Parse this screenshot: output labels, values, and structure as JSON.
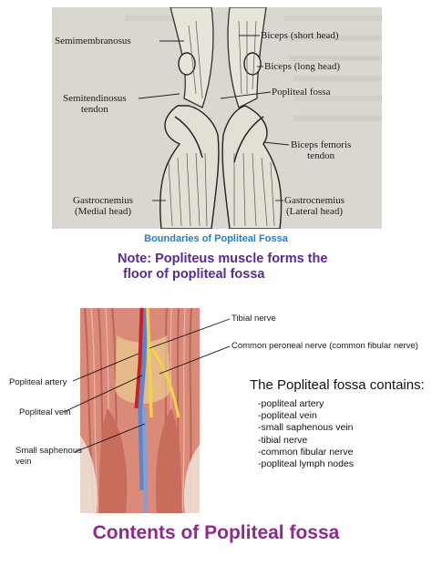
{
  "top_diagram": {
    "labels": {
      "semimembranosus": "Semimembranosus",
      "biceps_short": "Biceps (short head)",
      "biceps_long": "Biceps (long head)",
      "popliteal_fossa": "Popliteal fossa",
      "semitendinosus": "Semitendinosus\ntendon",
      "biceps_femoris": "Biceps femoris\ntendon",
      "gastrocnemius_medial": "Gastrocnemius\n(Medial head)",
      "gastrocnemius_lateral": "Gastrocnemius\n(Lateral head)"
    },
    "caption": "Boundaries of Popliteal Fossa",
    "caption_color": "#2b7bbd"
  },
  "note": {
    "line1": "Note: Popliteus muscle forms the",
    "line2": "floor of popliteal fossa",
    "color": "#5a2a94"
  },
  "bottom_diagram": {
    "labels": {
      "tibial_nerve": "Tibial nerve",
      "common_peroneal": "Common peroneal nerve (common fibular nerve)",
      "popliteal_artery": "Popliteal artery",
      "popliteal_vein": "Popliteal vein",
      "small_saphenous": "Small saphenous\nvein"
    },
    "contents_heading": "The Popliteal fossa contains:",
    "contents_items": [
      "-popliteal artery",
      "-popliteal vein",
      "-small saphenous vein",
      "-tibial nerve",
      "-common fibular nerve",
      "-popliteal lymph nodes"
    ]
  },
  "title": {
    "text": "Contents of Popliteal fossa",
    "color": "#8e2a8b"
  }
}
